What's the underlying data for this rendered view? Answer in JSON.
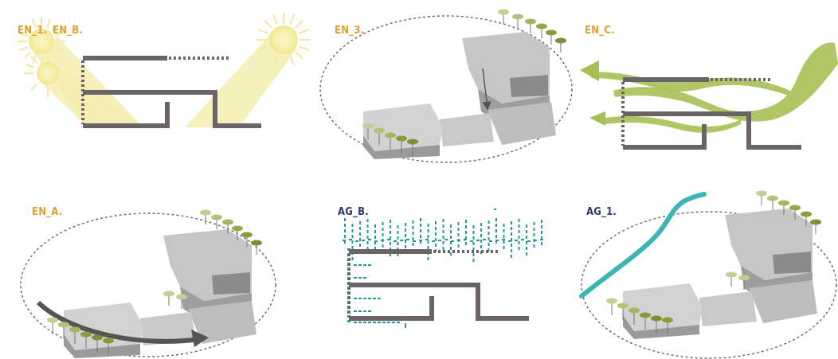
{
  "labels": {
    "en1": "EN_1.",
    "enb": "EN_B.",
    "en3": "EN_3.",
    "enc": "EN_C.",
    "ena": "EN_A.",
    "agb": "AG_B.",
    "ag1": "AG_1."
  },
  "colors": {
    "label_orange": "#e0a030",
    "label_navy": "#2b3a6b",
    "wall": "#6b6466",
    "sun": "#f6efa4",
    "sun_ray": "#f3e9a0",
    "light_beam": "#f5eeb0",
    "wind": "#a7bf52",
    "wind_dark": "#8aa63c",
    "teal": "#3cb5b5",
    "teal_dots": "#239a95",
    "building_light": "#cfcfcf",
    "building_mid": "#b5b5b5",
    "building_dark": "#8f8f8f",
    "tree_green": "#8c9c3c",
    "tree_light": "#c6cc92",
    "ellipse": "#666666",
    "arrow": "#555555"
  },
  "icons": [
    "sun-icon",
    "tree-icon",
    "arrow-icon",
    "building-icon"
  ]
}
